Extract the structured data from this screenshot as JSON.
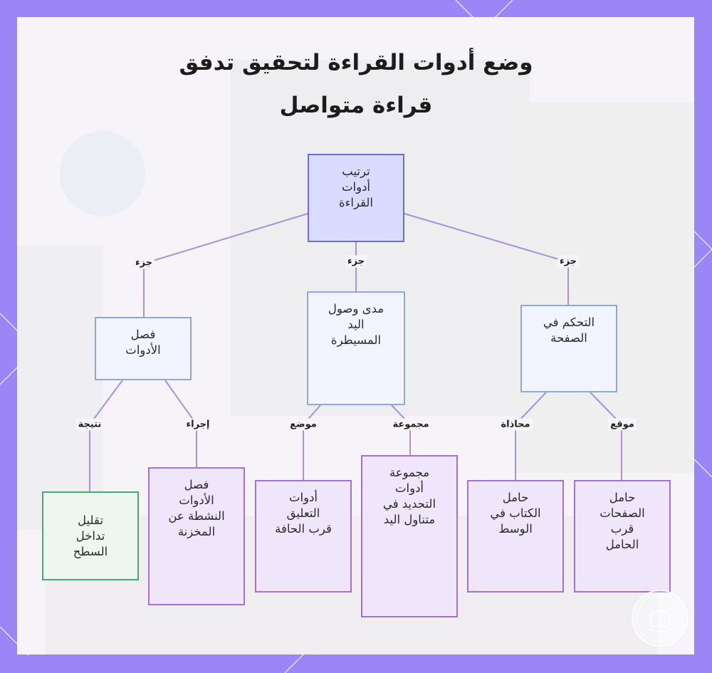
{
  "title": {
    "line1": "وضع أدوات القراءة لتحقيق تدفق",
    "line2": "قراءة متواصل"
  },
  "nodes": {
    "root": [
      "ترتيب",
      "أدوات",
      "القراءة"
    ],
    "tool_separation": [
      "فصل",
      "الأدوات"
    ],
    "dominant_reach": [
      "مدى وصول",
      "اليد",
      "المسيطرة"
    ],
    "page_control": [
      "التحكم في",
      "الصفحة"
    ],
    "reduce_clutter": [
      "تقليل",
      "تداخل",
      "السطح"
    ],
    "separate_active": [
      "فصل",
      "الأدوات",
      "النشطة عن",
      "المخزنة"
    ],
    "annotation_tools": [
      "أدوات",
      "التعليق",
      "قرب الحافة"
    ],
    "highlight_set": [
      "مجموعة",
      "أدوات",
      "التحديد في",
      "متناول اليد"
    ],
    "center_holder": [
      "حامل",
      "الكتاب في",
      "الوسط"
    ],
    "page_holders": [
      "حامل",
      "الصفحات",
      "قرب",
      "الحامل"
    ]
  },
  "edge_labels": {
    "part_left": "جزء",
    "part_center": "جزء",
    "part_right": "جزء",
    "result": "نتيجة",
    "action": "إجراء",
    "position": "موضع",
    "set": "مجموعة",
    "alignment": "محاذاة",
    "location": "موقع"
  },
  "colors": {
    "frame": "#9b86f7",
    "root_fill": "#d9dcff",
    "mid_fill": "#f2f4ff",
    "leaf_fill": "#f0e6fb",
    "green_fill": "#edf6ef",
    "edge": "#a891dd"
  }
}
